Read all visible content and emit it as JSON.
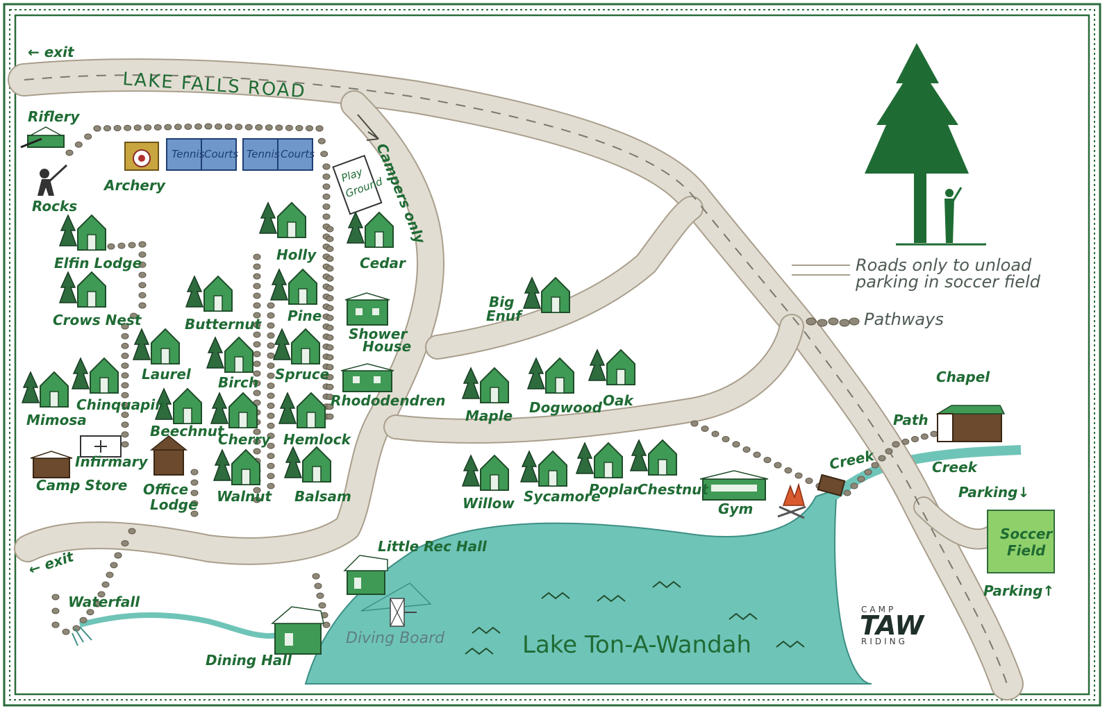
{
  "map": {
    "road_name": "LAKE FALLS ROAD",
    "campers_road": "Campers only",
    "exit_top": "← exit",
    "exit_bottom": "← exit",
    "lake_name": "Lake Ton-A-Wandah",
    "colors": {
      "border": "#2a6b3a",
      "road": "#e2ddd2",
      "cabin": "#3f9a55",
      "lake": "#6fc4b8",
      "court": "#6f97c9",
      "soccer": "#8fd06a"
    }
  },
  "legend": {
    "roads_line1": "Roads only to unload",
    "roads_line2": "parking in soccer field",
    "pathways": "Pathways"
  },
  "activities": {
    "riflery": "Riflery",
    "archery": "Archery",
    "rocks": "Rocks",
    "tennis1a": "Tennis",
    "tennis1b": "Courts",
    "tennis2a": "Tennis",
    "tennis2b": "Courts",
    "playground_a": "Play",
    "playground_b": "Ground"
  },
  "cabins": {
    "elfin_lodge": "Elfin Lodge",
    "crows_nest": "Crows Nest",
    "holly": "Holly",
    "cedar": "Cedar",
    "butternut": "Butternut",
    "pine": "Pine",
    "shower_house_a": "Shower",
    "shower_house_b": "House",
    "laurel": "Laurel",
    "birch": "Birch",
    "spruce": "Spruce",
    "rhododendren": "Rhododendren",
    "mimosa": "Mimosa",
    "chinquapin": "Chinquapin",
    "beechnut": "Beechnut",
    "cherry": "Cherry",
    "hemlock": "Hemlock",
    "infirmary": "Infirmary",
    "camp_store": "Camp Store",
    "office_lodge_a": "Office",
    "office_lodge_b": "Lodge",
    "walnut": "Walnut",
    "balsam": "Balsam",
    "big_enuf_a": "Big",
    "big_enuf_b": "Enuf",
    "maple": "Maple",
    "dogwood": "Dogwood",
    "oak": "Oak",
    "willow": "Willow",
    "sycamore": "Sycamore",
    "poplar": "Poplar",
    "chestnut": "Chestnut",
    "gym": "Gym"
  },
  "places": {
    "chapel": "Chapel",
    "path": "Path",
    "creek1": "Creek",
    "creek2": "Creek",
    "parking_top": "Parking↓",
    "parking_bottom": "Parking↑",
    "soccer_a": "Soccer",
    "soccer_b": "Field",
    "little_rec_hall": "Little Rec Hall",
    "diving_board": "Diving Board",
    "dining_hall": "Dining Hall",
    "waterfall": "Waterfall"
  },
  "logo": {
    "top": "CAMP",
    "main": "TAW",
    "bottom": "RIDING"
  }
}
